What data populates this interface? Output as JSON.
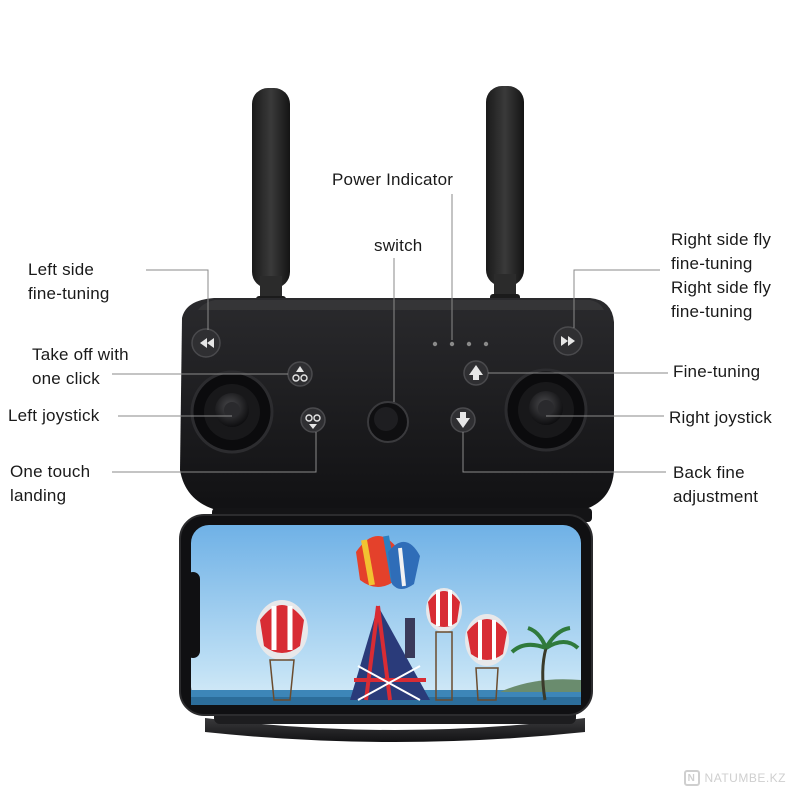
{
  "labels": {
    "power_indicator": "Power Indicator",
    "switch": "switch",
    "left_side_fine_tuning": [
      "Left side",
      "fine-tuning"
    ],
    "right_side_fly_fine_tuning": [
      "Right side fly",
      "fine-tuning",
      "Right side fly",
      "fine-tuning"
    ],
    "take_off": [
      "Take off with",
      "one click"
    ],
    "fine_tuning": "Fine-tuning",
    "left_joystick": "Left joystick",
    "right_joystick": "Right joystick",
    "one_touch_landing": [
      "One touch",
      "landing"
    ],
    "back_fine_adjustment": [
      "Back fine",
      "adjustment"
    ]
  },
  "watermark": "NATUMBE.KZ",
  "colors": {
    "controller_body": "#1c1c1e",
    "leader_line": "#8a8a8a",
    "sky": "#8fc3ea",
    "sea": "#3d86b8"
  },
  "icons": {
    "left_trim": "rewind-icon",
    "right_trim": "fast-forward-icon",
    "takeoff": "takeoff-icon",
    "landing": "landing-icon",
    "forward_trim": "up-arrow-icon",
    "back_trim": "down-arrow-icon"
  }
}
